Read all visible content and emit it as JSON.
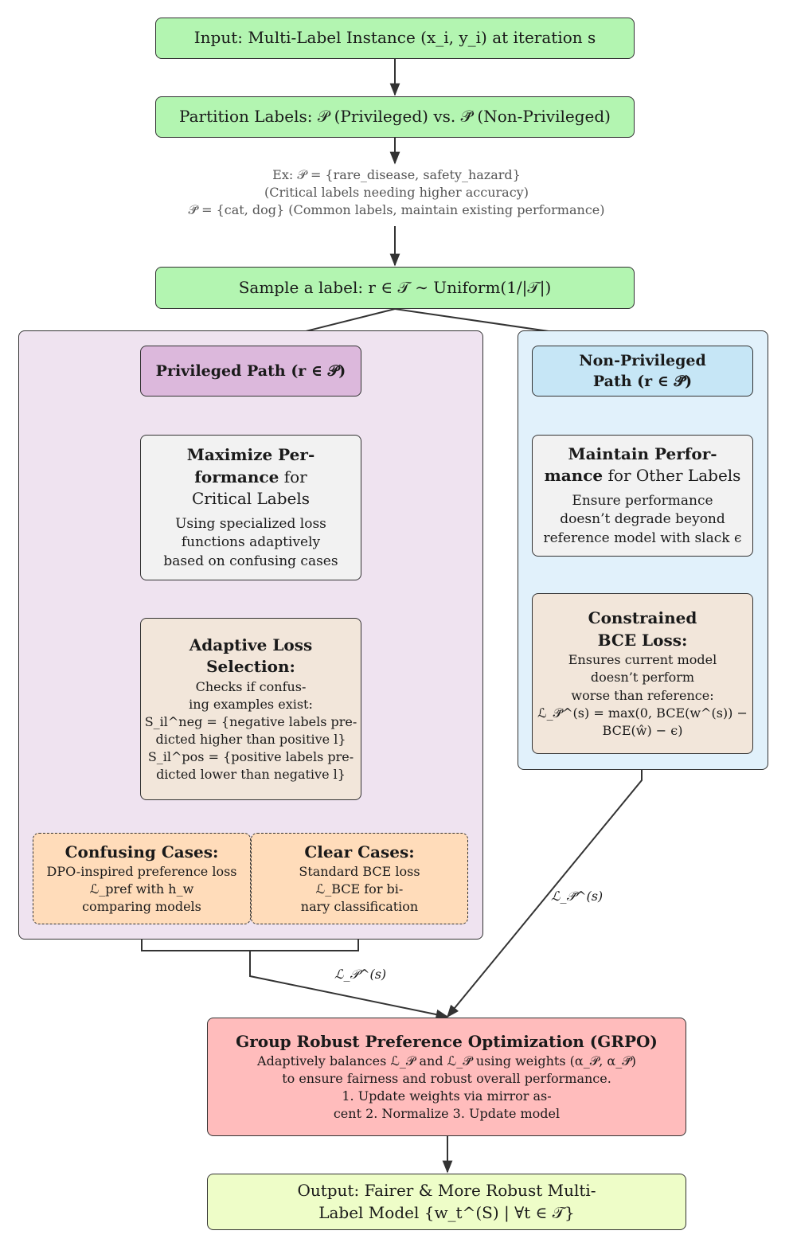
{
  "input": "Input: Multi-Label Instance (x_i, y_i) at iteration s",
  "partition": "Partition Labels: 𝒫 (Privileged) vs. 𝒫̄ (Non-Privileged)",
  "example": {
    "line1": "Ex: 𝒫 = {rare_disease, safety_hazard}",
    "line2": "(Critical labels needing higher accuracy)",
    "line3": "𝒫̄ = {cat, dog} (Common labels, maintain existing performance)"
  },
  "sample": "Sample a label: r ∈ 𝒯 ∼ Uniform(1/|𝒯|)",
  "privileged": {
    "path_title": "Privileged Path (r ∈ 𝒫)",
    "maximize": {
      "title_bold": [
        "Maximize Per-",
        "formance"
      ],
      "title_rest": [
        "for",
        "Critical Labels"
      ],
      "body": [
        "Using specialized loss",
        "functions adaptively",
        "based on confusing cases"
      ]
    },
    "adaptive": {
      "title": [
        "Adaptive Loss",
        "Selection:"
      ],
      "body": [
        "Checks if confus-",
        "ing examples exist:",
        "S_il^neg = {negative labels pre-",
        "dicted higher than positive l}",
        "S_il^pos = {positive labels pre-",
        "dicted lower than negative l}"
      ]
    },
    "confusing": {
      "title": "Confusing Cases:",
      "body": [
        "DPO-inspired preference loss",
        "ℒ_pref with h_w",
        "comparing models"
      ]
    },
    "clear": {
      "title": "Clear Cases:",
      "body": [
        "Standard BCE loss",
        "ℒ_BCE for bi-",
        "nary classification"
      ]
    }
  },
  "nonprivileged": {
    "path_title": [
      "Non-Privileged",
      "Path (r ∈ 𝒫̄)"
    ],
    "maintain": {
      "title_bold": [
        "Maintain Perfor-",
        "mance"
      ],
      "title_rest": "for Other Labels",
      "body": [
        "Ensure performance",
        "doesn’t degrade beyond",
        "reference model with slack ϵ"
      ]
    },
    "constrained": {
      "title": [
        "Constrained",
        "BCE Loss:"
      ],
      "body": [
        "Ensures current model",
        "doesn’t perform",
        "worse than reference:",
        "ℒ_𝒫̄^(s) = max(0, BCE(w^(s)) −",
        "BCE(ŵ) − ϵ)"
      ]
    }
  },
  "edge_labels": {
    "privileged_loss": "ℒ_𝒫^(s)",
    "nonprivileged_loss": "ℒ_𝒫̄^(s)"
  },
  "grpo": {
    "title": "Group Robust Preference Optimization (GRPO)",
    "body": [
      "Adaptively balances ℒ_𝒫 and ℒ_𝒫̄ using weights (α_𝒫, α_𝒫̄)",
      "to ensure fairness and robust overall performance.",
      "1. Update weights via mirror as-",
      "cent 2. Normalize 3. Update model"
    ]
  },
  "output": [
    "Output: Fairer & More Robust Multi-",
    "Label Model {w_t^(S) | ∀t ∈ 𝒯}"
  ]
}
